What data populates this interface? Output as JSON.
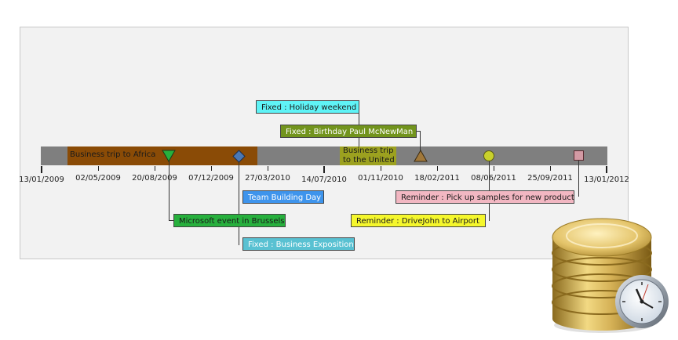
{
  "timeline": {
    "ticks": [
      {
        "label": "13/01/2009",
        "major": true
      },
      {
        "label": "02/05/2009",
        "major": false
      },
      {
        "label": "20/08/2009",
        "major": false
      },
      {
        "label": "07/12/2009",
        "major": false
      },
      {
        "label": "27/03/2010",
        "major": false
      },
      {
        "label": "14/07/2010",
        "major": true
      },
      {
        "label": "01/11/2010",
        "major": false
      },
      {
        "label": "18/02/2011",
        "major": false
      },
      {
        "label": "08/06/2011",
        "major": false
      },
      {
        "label": "25/09/2011",
        "major": false
      },
      {
        "label": "13/01/2012",
        "major": true
      }
    ],
    "spans": {
      "africa": "Business trip to Africa",
      "united_states": "Business trip to the United"
    },
    "events": {
      "holiday": "Fixed : Holiday weekend",
      "birthday": "Fixed : Birthday Paul McNewMan",
      "team": "Team Building Day",
      "microsoft": "Microsoft event in Brussels",
      "exposition": "Fixed : Business Exposition",
      "pickup": "Reminder : Pick up samples for new product",
      "drive": "Reminder : DriveJohn to Airport"
    }
  },
  "colors": {
    "bar": "#7f7f7f",
    "africa": "#8a4b06",
    "united_states": "#9ca11f",
    "holiday": "#5ff3f6",
    "birthday": "#72941d",
    "team": "#3e94ec",
    "microsoft": "#27b03d",
    "exposition": "#59c1d2",
    "pickup": "#f2b7c2",
    "drive": "#f5f72c"
  },
  "icons": {
    "marker_microsoft": "triangle-down-icon",
    "marker_team": "diamond-icon",
    "marker_birthday": "triangle-up-icon",
    "marker_drive": "circle-icon",
    "marker_pickup": "square-icon",
    "database": "database-clock-icon"
  }
}
